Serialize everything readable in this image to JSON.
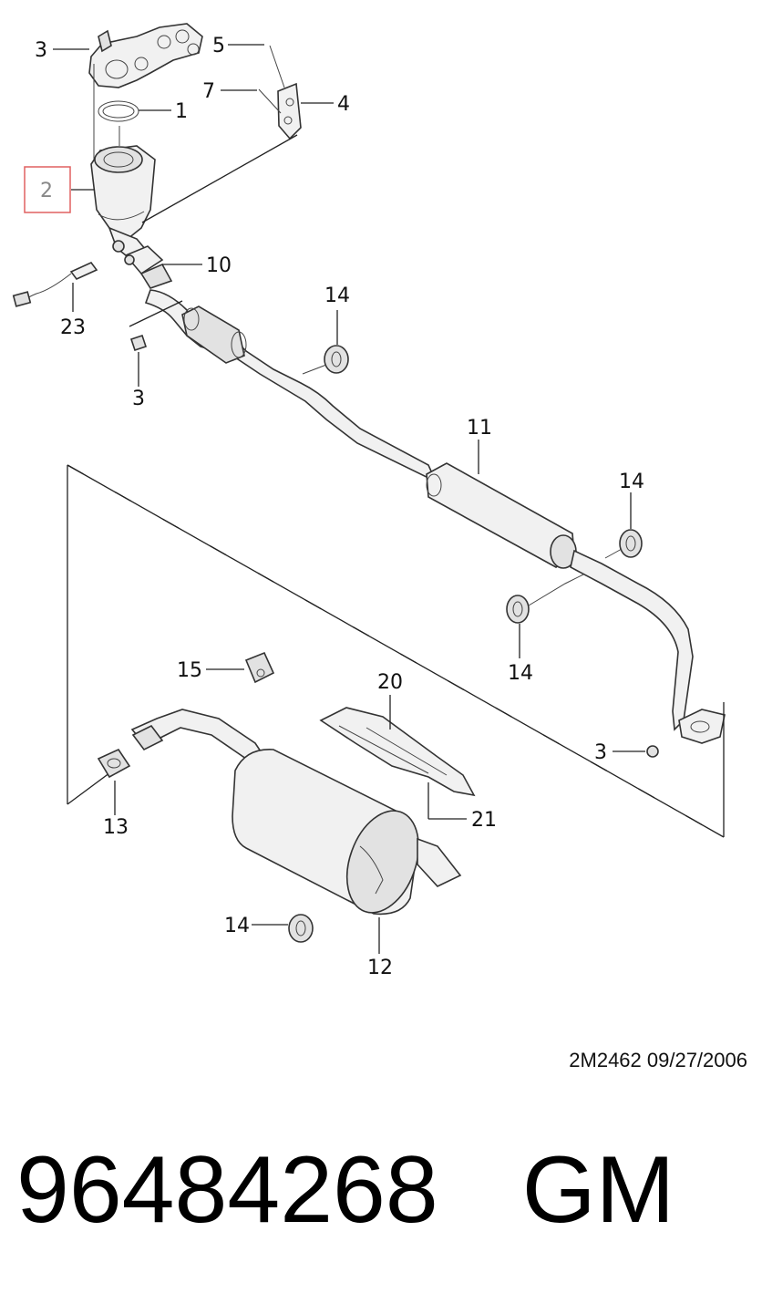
{
  "diagram": {
    "callouts": [
      {
        "id": "c3a",
        "label": "3"
      },
      {
        "id": "c5",
        "label": "5"
      },
      {
        "id": "c7",
        "label": "7"
      },
      {
        "id": "c1",
        "label": "1"
      },
      {
        "id": "c4",
        "label": "4"
      },
      {
        "id": "c2",
        "label": "2",
        "highlighted": true
      },
      {
        "id": "c10",
        "label": "10"
      },
      {
        "id": "c23",
        "label": "23"
      },
      {
        "id": "c14a",
        "label": "14"
      },
      {
        "id": "c3b",
        "label": "3"
      },
      {
        "id": "c11",
        "label": "11"
      },
      {
        "id": "c14b",
        "label": "14"
      },
      {
        "id": "c14c",
        "label": "14"
      },
      {
        "id": "c15",
        "label": "15"
      },
      {
        "id": "c20",
        "label": "20"
      },
      {
        "id": "c3c",
        "label": "3"
      },
      {
        "id": "c13",
        "label": "13"
      },
      {
        "id": "c21",
        "label": "21"
      },
      {
        "id": "c14d",
        "label": "14"
      },
      {
        "id": "c12",
        "label": "12"
      }
    ],
    "reference": "2M2462  09/27/2006",
    "highlight_color": "#e06060"
  },
  "footer": {
    "part_number": "96484268",
    "brand": "GM"
  }
}
